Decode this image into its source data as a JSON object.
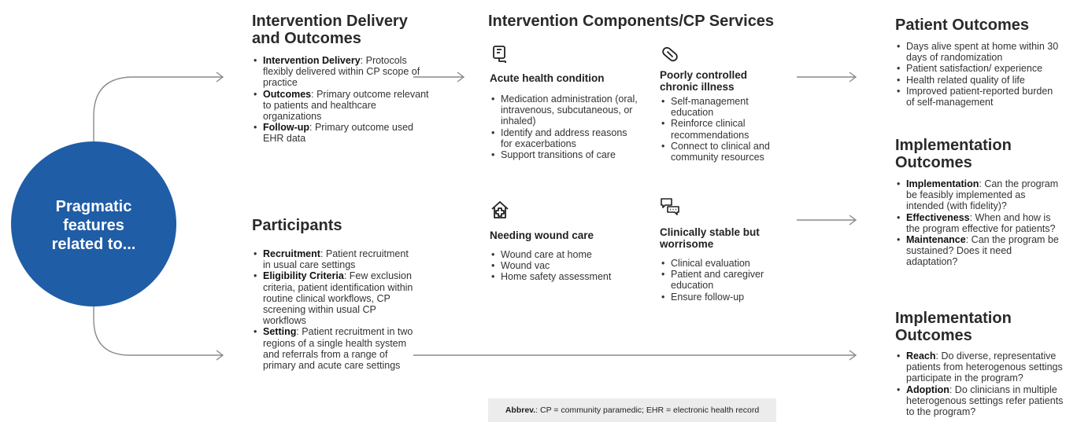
{
  "center_label": "Pragmatic\nfeatures\nrelated to...",
  "delivery": {
    "title": "Intervention Delivery\nand Outcomes",
    "items": [
      {
        "term": "Intervention Delivery",
        "text": ": Protocols flexibly delivered within CP scope of practice"
      },
      {
        "term": "Outcomes",
        "text": ": Primary outcome relevant to patients and healthcare organizations"
      },
      {
        "term": "Follow-up",
        "text": ": Primary outcome used EHR data"
      }
    ]
  },
  "participants": {
    "title": "Participants",
    "items": [
      {
        "term": "Recruitment",
        "text": ": Patient recruitment in usual care settings"
      },
      {
        "term": "Eligibility Criteria",
        "text": ": Few exclusion criteria, patient identification within routine clinical workflows, CP screening within usual CP workflows"
      },
      {
        "term": "Setting",
        "text": ": Patient recruitment in two regions of a single health system and referrals from a range of primary and acute care settings"
      }
    ]
  },
  "components": {
    "title": "Intervention Components/CP Services",
    "acute": {
      "icon": "iv-bag-icon",
      "title": "Acute health condition",
      "items": [
        "Medication administration (oral, intravenous, subcutaneous, or inhaled)",
        "Identify and address reasons for exacerbations",
        "Support transitions of care"
      ]
    },
    "chronic": {
      "icon": "pill-icon",
      "title": "Poorly controlled\nchronic illness",
      "items": [
        "Self-management education",
        "Reinforce clinical recommendations",
        "Connect to clinical and community resources"
      ]
    },
    "wound": {
      "icon": "home-health-icon",
      "title": "Needing wound care",
      "items": [
        "Wound care at home",
        "Wound vac",
        "Home safety assessment"
      ]
    },
    "stable": {
      "icon": "chat-bubbles-icon",
      "title": "Clinically stable but\nworrisome",
      "items": [
        "Clinical evaluation",
        "Patient and caregiver education",
        "Ensure follow-up"
      ]
    }
  },
  "patient_outcomes": {
    "title": "Patient Outcomes",
    "items": [
      "Days alive spent at home within 30 days of randomization",
      "Patient satisfaction/ experience",
      "Health related quality of life",
      "Improved patient-reported burden of self-management"
    ]
  },
  "impl_outcomes_1": {
    "title": "Implementation\nOutcomes",
    "items": [
      {
        "term": "Implementation",
        "text": ": Can the program be feasibly implemented as intended (with fidelity)?"
      },
      {
        "term": "Effectiveness",
        "text": ": When and how is the program effective for patients?"
      },
      {
        "term": "Maintenance",
        "text": ": Can the program be sustained? Does it need adaptation?"
      }
    ]
  },
  "impl_outcomes_2": {
    "title": "Implementation\nOutcomes",
    "items": [
      {
        "term": "Reach",
        "text": ": Do diverse, representative patients from heterogenous settings participate in the program?"
      },
      {
        "term": "Adoption",
        "text": ": Do clinicians in multiple heterogenous settings refer patients to the program?"
      }
    ]
  },
  "abbrev": {
    "label": "Abbrev.",
    "text": ": CP = community paramedic; EHR = electronic health record"
  },
  "colors": {
    "circle": "#1f5da6",
    "arrow": "#8a8a8a"
  }
}
